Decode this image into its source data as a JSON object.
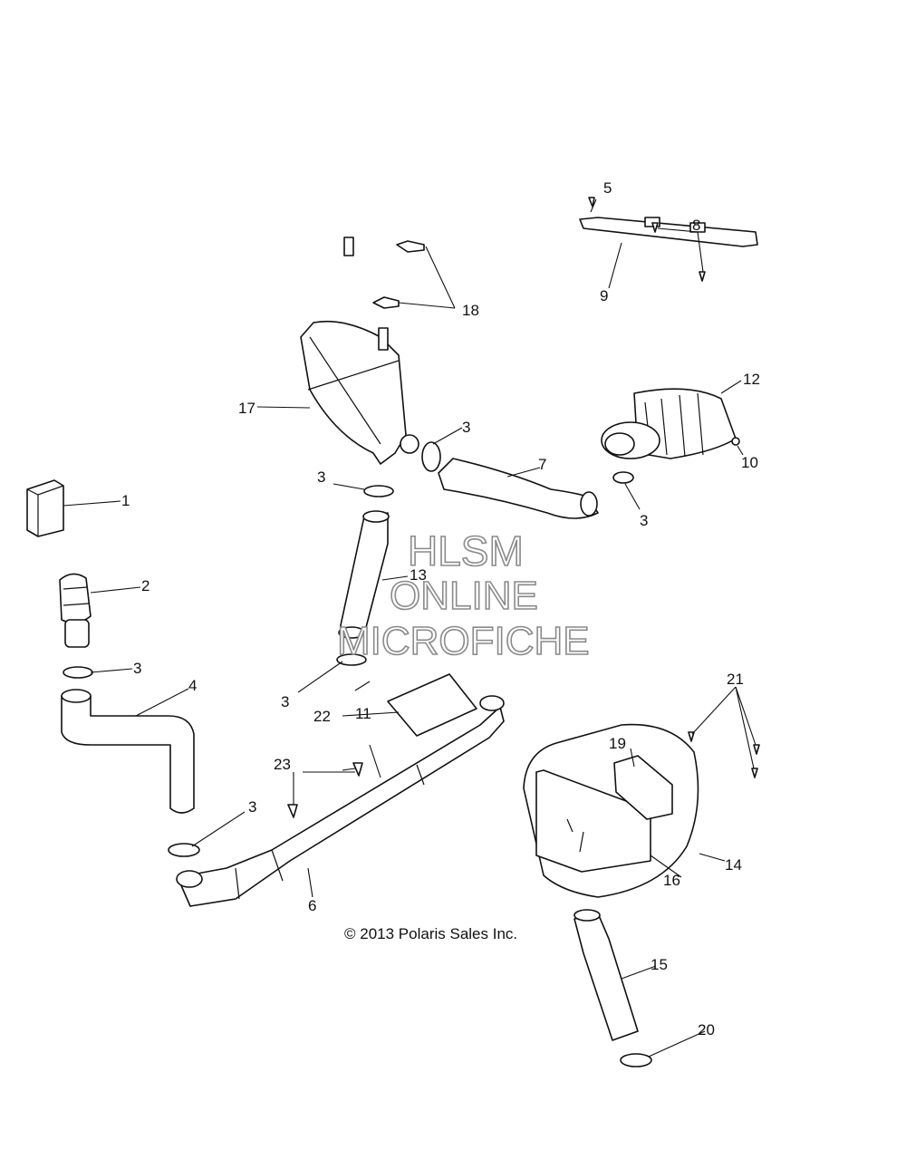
{
  "callouts": [
    "1",
    "2",
    "3",
    "4",
    "5",
    "6",
    "7",
    "8",
    "9",
    "10",
    "11",
    "12",
    "13",
    "14",
    "15",
    "16",
    "17",
    "18",
    "19",
    "20",
    "21",
    "22",
    "23"
  ],
  "watermark": {
    "line1": "HLSM",
    "line2": "ONLINE",
    "line3": "MICROFICHE"
  },
  "copyright": "© 2013 Polaris Sales Inc."
}
